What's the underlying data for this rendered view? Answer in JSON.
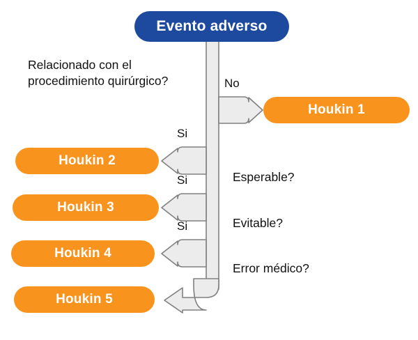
{
  "diagram": {
    "title": "Evento adverso",
    "type": "flowchart",
    "colors": {
      "root_fill": "#1D4A9E",
      "outcome_fill": "#F8941E",
      "connector_fill": "#ECECEC",
      "connector_stroke": "#808080",
      "text_on_fill": "#FFFFFF",
      "label_text": "#111111",
      "background": "#FFFFFF"
    },
    "root": {
      "label": "Evento adverso"
    },
    "questions": [
      {
        "id": "q1",
        "text": "Relacionado con el\nprocedimiento quirúrgico?"
      },
      {
        "id": "q2",
        "text": "Esperable?"
      },
      {
        "id": "q3",
        "text": "Evitable?"
      },
      {
        "id": "q4",
        "text": "Error médico?"
      }
    ],
    "edge_labels": [
      {
        "id": "e-no",
        "text": "No"
      },
      {
        "id": "e-si1",
        "text": "Si"
      },
      {
        "id": "e-si2",
        "text": "Si"
      },
      {
        "id": "e-si3",
        "text": "Si"
      }
    ],
    "outcomes": [
      {
        "id": "houkin-1",
        "label": "Houkin 1",
        "side": "right"
      },
      {
        "id": "houkin-2",
        "label": "Houkin 2",
        "side": "left"
      },
      {
        "id": "houkin-3",
        "label": "Houkin 3",
        "side": "left"
      },
      {
        "id": "houkin-4",
        "label": "Houkin 4",
        "side": "left"
      },
      {
        "id": "houkin-5",
        "label": "Houkin 5",
        "side": "left"
      }
    ]
  }
}
